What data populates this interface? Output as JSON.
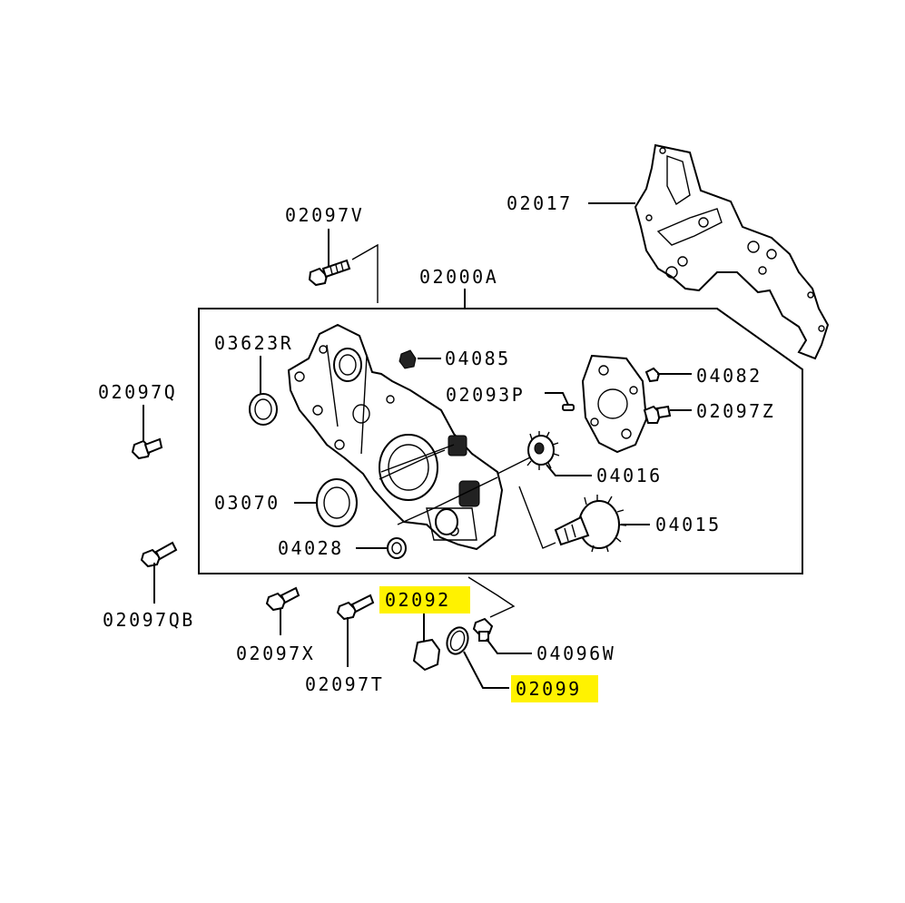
{
  "diagram": {
    "highlight_color": "#fff200",
    "labels": {
      "p02017": "02017",
      "p02097V": "02097V",
      "p02000A": "02000A",
      "p03623R": "03623R",
      "p04085": "04085",
      "p04082": "04082",
      "p02093P": "02093P",
      "p02097Z": "02097Z",
      "p02097Q": "02097Q",
      "p04016": "04016",
      "p03070": "03070",
      "p04015": "04015",
      "p04028": "04028",
      "p02092": "02092",
      "p02097QB": "02097QB",
      "p02097X": "02097X",
      "p04096W": "04096W",
      "p02097T": "02097T",
      "p02099": "02099"
    },
    "highlighted": [
      "02092",
      "02099"
    ]
  }
}
